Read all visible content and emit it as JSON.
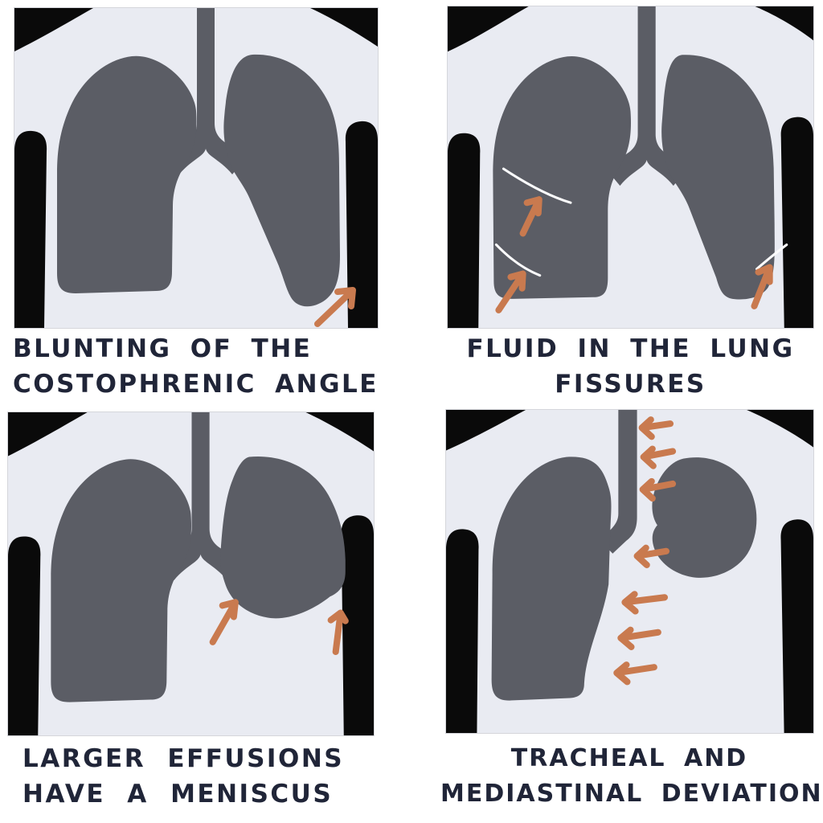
{
  "title": "Chest X-ray signs of pleural effusion (hand-drawn teaching diagram)",
  "colors": {
    "page_background": "#ffffff",
    "xray_background": "#e9ebf2",
    "lung": "#5b5d65",
    "outside_body": "#0a0a0a",
    "arrow": "#c97a4f",
    "fissure_line": "#fcfcfd",
    "caption_text": "#202538"
  },
  "panels": [
    {
      "id": "blunting-of-costophrenic-angle",
      "caption_line1": "BLUNTING OF THE",
      "caption_line2": "COSTOPHRENIC ANGLE",
      "arrow_count": 1,
      "arrow_direction": "up-right toward blunted costophrenic angle"
    },
    {
      "id": "fluid-in-lung-fissures",
      "caption_line1": "FLUID IN THE LUNG",
      "caption_line2": "FISSURES",
      "arrow_count": 3,
      "fissure_line_count": 3,
      "arrow_direction": "up toward white fissure lines"
    },
    {
      "id": "larger-effusions-meniscus",
      "caption_line1": "LARGER EFFUSIONS",
      "caption_line2": "HAVE A MENISCUS",
      "arrow_count": 2,
      "arrow_direction": "up toward curved meniscus fluid level"
    },
    {
      "id": "tracheal-mediastinal-deviation",
      "caption_line1": "TRACHEAL AND",
      "caption_line2": "MEDIASTINAL DEVIATION",
      "arrow_count": 7,
      "arrow_direction": "left, pushing trachea and mediastinum away"
    }
  ]
}
